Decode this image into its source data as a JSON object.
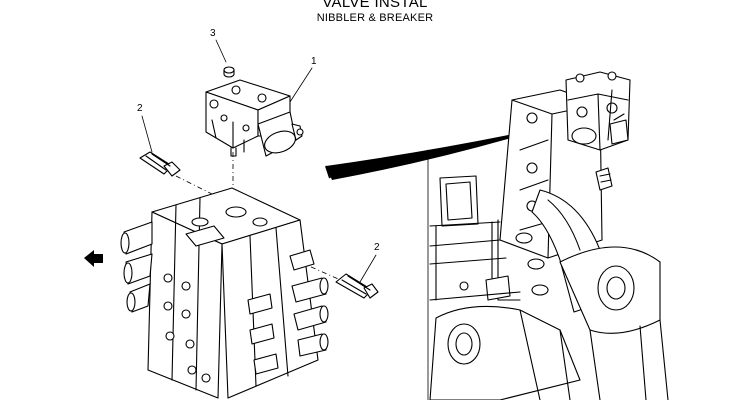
{
  "header": {
    "title": "VALVE INSTAL",
    "subtitle": "NIBBLER & BREAKER"
  },
  "callouts": [
    {
      "id": "c1",
      "label": "1"
    },
    {
      "id": "c2a",
      "label": "2"
    },
    {
      "id": "c2b",
      "label": "2"
    },
    {
      "id": "c3",
      "label": "3"
    }
  ],
  "icons": {
    "direction_arrow": "left-arrow-icon"
  }
}
